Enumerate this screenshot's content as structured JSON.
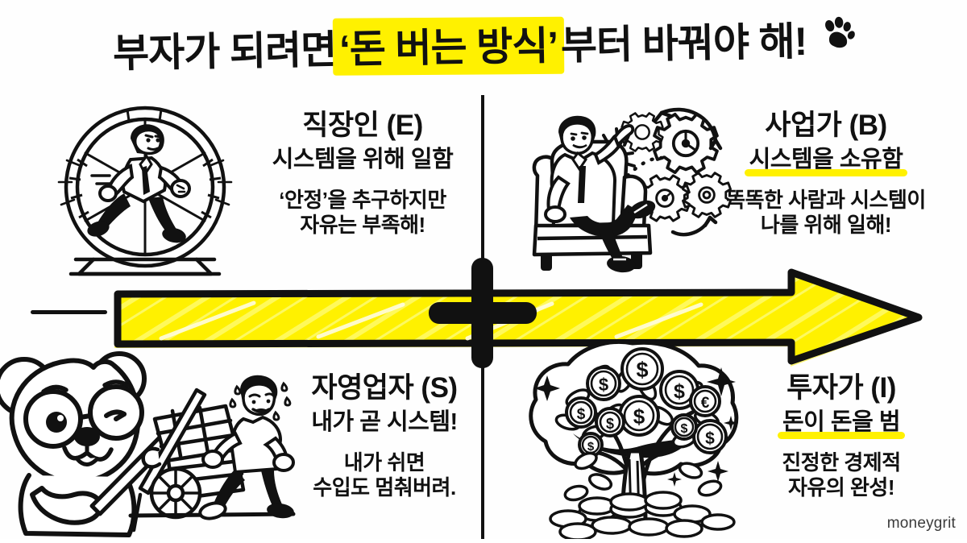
{
  "title": {
    "part1": "부자가 되려면",
    "highlight": "‘돈 버는 방식’",
    "part2": "부터 바꿔야 해!",
    "paw_icon": "paw-print-icon",
    "highlight_color": "#FFF100"
  },
  "quadrants": {
    "employee": {
      "title": "직장인 (E)",
      "subtitle": "시스템을 위해 일함",
      "subtitle_underlined": false,
      "note_line1": "‘안정’을 추구하지만",
      "note_line2": "자유는 부족해!",
      "art": "hamster-wheel-businessman-illustration"
    },
    "business_owner": {
      "title": "사업가 (B)",
      "subtitle": "시스템을 소유함",
      "subtitle_underlined": true,
      "note_line1": "똑똑한 사람과 시스템이",
      "note_line2": "나를 위해 일해!",
      "art": "businessman-armchair-gears-illustration"
    },
    "self_employed": {
      "title": "자영업자 (S)",
      "subtitle": "내가 곧 시스템!",
      "subtitle_underlined": false,
      "note_line1": "내가 쉬면",
      "note_line2": "수입도 멈춰버려.",
      "art": "man-pulling-loaded-cart-illustration"
    },
    "investor": {
      "title": "투자가 (I)",
      "subtitle": "돈이 돈을 범",
      "subtitle_underlined": true,
      "note_line1": "진정한 경제적",
      "note_line2": "자유의 완성!",
      "art": "money-tree-coins-illustration"
    }
  },
  "mascot": {
    "name": "bear-mascot-with-glasses-and-pointer",
    "expression": "winking"
  },
  "arrow": {
    "name": "yellow-progression-arrow",
    "direction": "right",
    "fill_color": "#FFF100",
    "outline_color": "#111111"
  },
  "divider": {
    "name": "quadrant-cross-divider",
    "color": "#111111"
  },
  "watermark": {
    "text": "moneygrit"
  }
}
